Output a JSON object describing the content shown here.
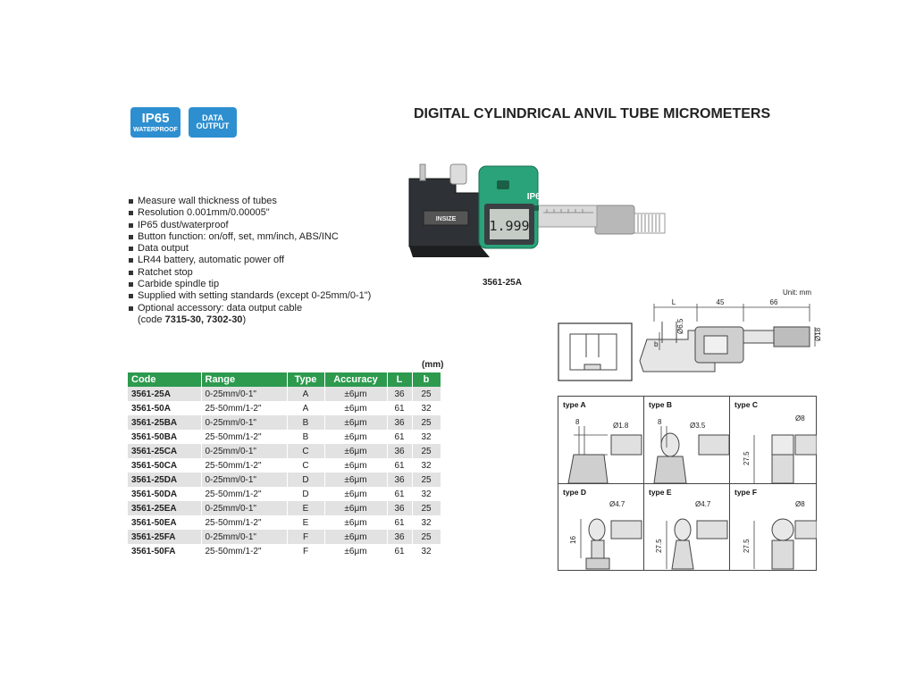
{
  "badges": {
    "ip_line1": "IP65",
    "ip_line2": "WATERPROOF",
    "data_line1": "DATA",
    "data_line2": "OUTPUT",
    "color": "#2d8fd0"
  },
  "title": "DIGITAL CYLINDRICAL ANVIL TUBE MICROMETERS",
  "features": [
    "Measure wall thickness of tubes",
    "Resolution 0.001mm/0.00005\"",
    "IP65 dust/waterproof",
    "Button function: on/off, set, mm/inch, ABS/INC",
    "Data output",
    "LR44 battery, automatic power off",
    "Ratchet stop",
    "Carbide spindle tip",
    "Supplied with setting standards (except 0-25mm/0-1\")",
    "Optional accessory: data output cable"
  ],
  "features_cont": {
    "prefix": "(code ",
    "codes": "7315-30, 7302-30",
    "suffix": ")"
  },
  "product": {
    "caption": "3561-25A",
    "frame_logo": "INSIZE",
    "head_label": "IP65",
    "display_value": "1.999"
  },
  "drawing": {
    "unit_label": "Unit: mm",
    "dim_L": "L",
    "dim_45": "45",
    "dim_66": "66",
    "dim_d65": "Ø6.5",
    "dim_d18": "Ø18",
    "dim_b": "b"
  },
  "table": {
    "unit": "(mm)",
    "header_color": "#2d9a4e",
    "headers": [
      "Code",
      "Range",
      "Type",
      "Accuracy",
      "L",
      "b"
    ],
    "rows": [
      [
        "3561-25A",
        "0-25mm/0-1\"",
        "A",
        "±6μm",
        "36",
        "25"
      ],
      [
        "3561-50A",
        "25-50mm/1-2\"",
        "A",
        "±6μm",
        "61",
        "32"
      ],
      [
        "3561-25BA",
        "0-25mm/0-1\"",
        "B",
        "±6μm",
        "36",
        "25"
      ],
      [
        "3561-50BA",
        "25-50mm/1-2\"",
        "B",
        "±6μm",
        "61",
        "32"
      ],
      [
        "3561-25CA",
        "0-25mm/0-1\"",
        "C",
        "±6μm",
        "36",
        "25"
      ],
      [
        "3561-50CA",
        "25-50mm/1-2\"",
        "C",
        "±6μm",
        "61",
        "32"
      ],
      [
        "3561-25DA",
        "0-25mm/0-1\"",
        "D",
        "±6μm",
        "36",
        "25"
      ],
      [
        "3561-50DA",
        "25-50mm/1-2\"",
        "D",
        "±6μm",
        "61",
        "32"
      ],
      [
        "3561-25EA",
        "0-25mm/0-1\"",
        "E",
        "±6μm",
        "36",
        "25"
      ],
      [
        "3561-50EA",
        "25-50mm/1-2\"",
        "E",
        "±6μm",
        "61",
        "32"
      ],
      [
        "3561-25FA",
        "0-25mm/0-1\"",
        "F",
        "±6μm",
        "36",
        "25"
      ],
      [
        "3561-50FA",
        "25-50mm/1-2\"",
        "F",
        "±6μm",
        "61",
        "32"
      ]
    ]
  },
  "types": {
    "a": {
      "label": "type A",
      "d1": "8",
      "d2": "Ø1.8"
    },
    "b": {
      "label": "type B",
      "d1": "8",
      "d2": "Ø3.5"
    },
    "c": {
      "label": "type C",
      "d1": "27.5",
      "d2": "Ø8"
    },
    "d": {
      "label": "type D",
      "d1": "16",
      "d2": "Ø4.7"
    },
    "e": {
      "label": "type E",
      "d1": "27.5",
      "d2": "Ø4.7"
    },
    "f": {
      "label": "type F",
      "d1": "27.5",
      "d2": "Ø8"
    }
  }
}
